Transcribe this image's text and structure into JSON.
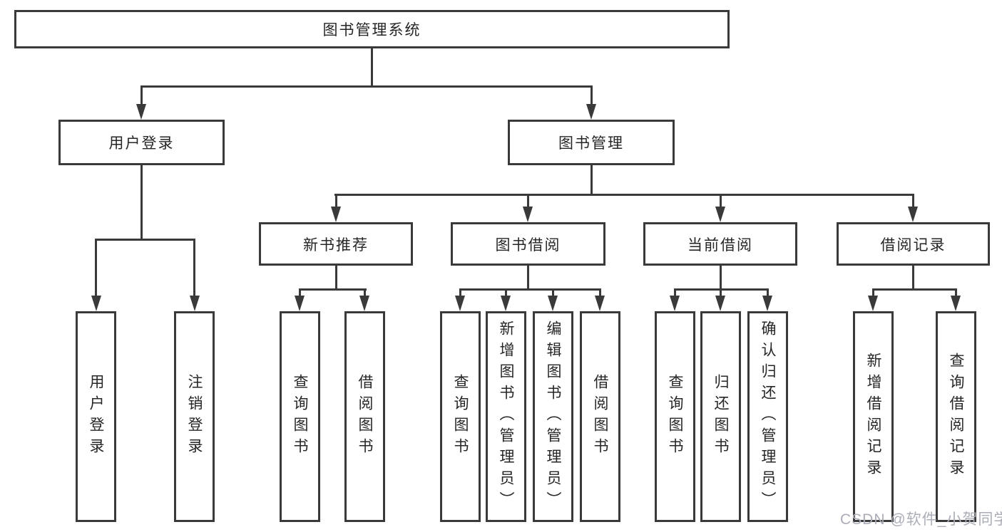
{
  "diagram_title": "图书管理系统",
  "watermark": "CSDN @软件_小贺同学",
  "colors": {
    "line": "#3a3a3a",
    "box_background": "#ffffff",
    "text": "#262626",
    "watermark_text": "#abadb8"
  },
  "labels": {
    "root": "图书管理系统",
    "user_login": "用户登录",
    "book_mgmt": "图书管理",
    "new_book_rec": "新书推荐",
    "book_borrow": "图书借阅",
    "current_borrow": "当前借阅",
    "borrow_record": "借阅记录",
    "user_login_v": "用户登录",
    "logout_v": "注销登录",
    "query_book_1": "查询图书",
    "borrow_book_1": "借阅图书",
    "query_book_2": "查询图书",
    "add_book_admin": "新增图书（管理员）",
    "edit_book_admin": "编辑图书（管理员）",
    "borrow_book_2": "借阅图书",
    "query_book_3": "查询图书",
    "return_book": "归还图书",
    "confirm_return_admin": "确认归还（管理员）",
    "add_borrow_record": "新增借阅记录",
    "query_borrow_record": "查询借阅记录"
  }
}
